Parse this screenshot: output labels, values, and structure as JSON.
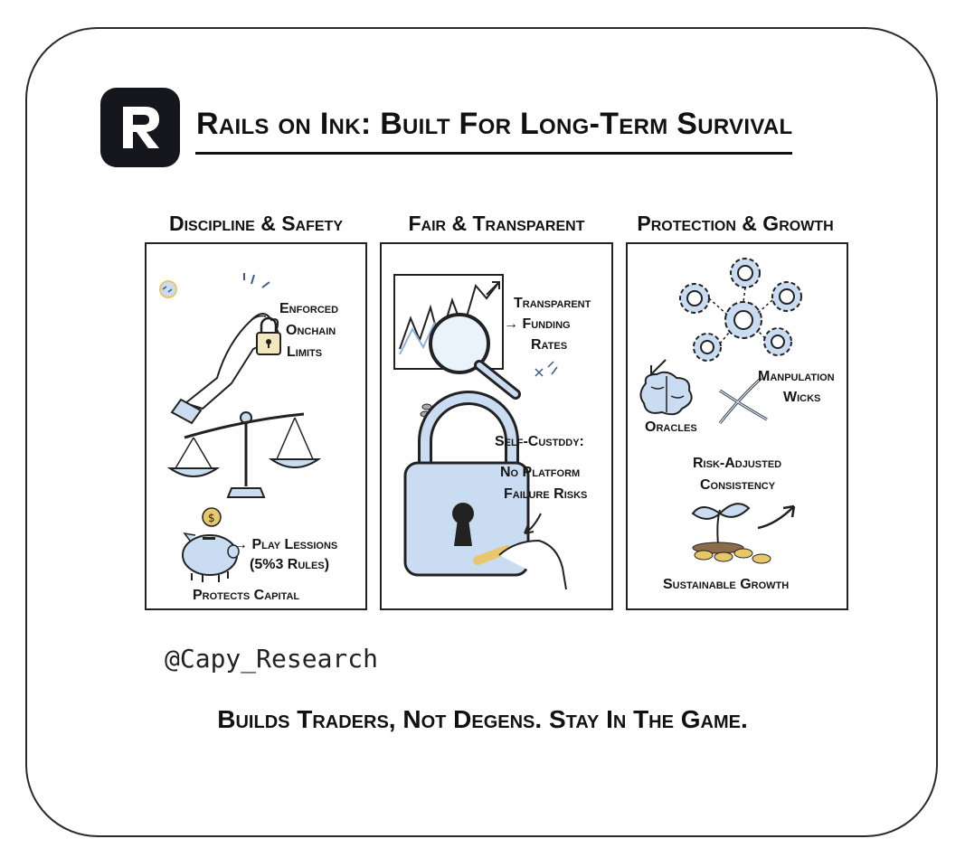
{
  "header": {
    "logo_letter": "R",
    "title": "Rails on Ink: Built For Long-Term Survival"
  },
  "columns": [
    {
      "heading": "Discipline & Safety",
      "labels": [
        "Enforced",
        "Onchain",
        "Limits",
        "→ Play Lessions",
        "(5%3 Rules)",
        "Protects Capital"
      ]
    },
    {
      "heading": "Fair & Transparent",
      "labels": [
        "Transparent",
        "→ Funding",
        "Rates",
        "Self-Custddy:",
        "No Platform",
        "Failure Risks"
      ]
    },
    {
      "heading": "Protection & Growth",
      "labels": [
        "Manpulation",
        "Wicks",
        "Oracles",
        "Risk-Adjusted",
        "Consistency",
        "Sustainable Growth"
      ]
    }
  ],
  "footer": {
    "handle": "@Capy_Research",
    "tagline": "Builds Traders, Not Degens. Stay In The Game."
  },
  "colors": {
    "ink": "#111111",
    "accent_blue": "#c9dcf2",
    "coin_gold": "#e8c66a"
  }
}
